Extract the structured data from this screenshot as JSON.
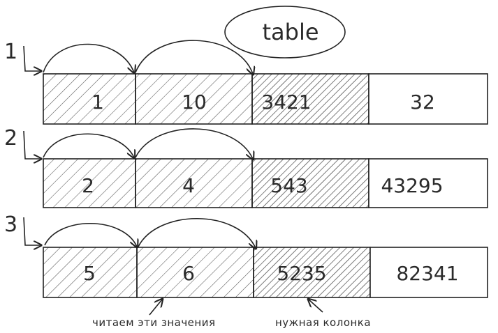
{
  "title": "table",
  "rows": [
    {
      "number": "1",
      "cells": [
        "1",
        "10",
        "3421",
        "32"
      ]
    },
    {
      "number": "2",
      "cells": [
        "2",
        "4",
        "543",
        "43295"
      ]
    },
    {
      "number": "3",
      "cells": [
        "5",
        "6",
        "5235",
        "82341"
      ]
    }
  ],
  "captions": {
    "read_values": "читаем эти значения",
    "needed_column": "нужная колонка"
  }
}
